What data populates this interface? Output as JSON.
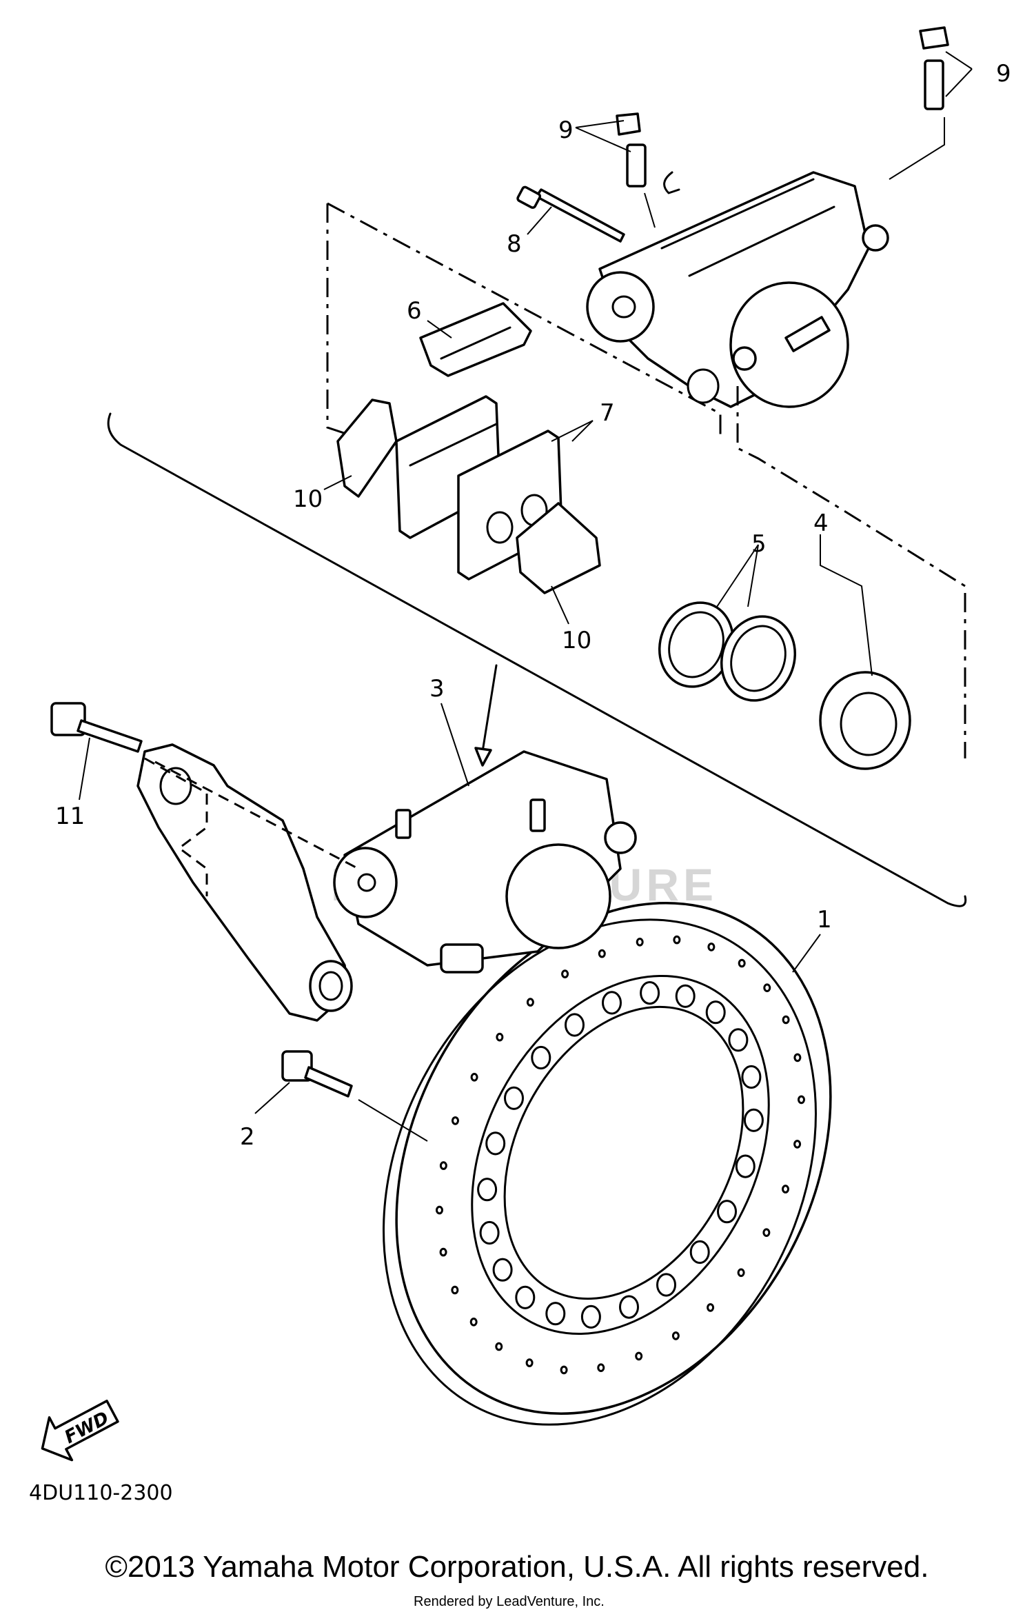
{
  "diagram": {
    "callouts": {
      "p1": "1",
      "p2": "2",
      "p3": "3",
      "p4": "4",
      "p5": "5",
      "p6": "6",
      "p7": "7",
      "p8": "8",
      "p9a": "9",
      "p9b": "9",
      "p10a": "10",
      "p10b": "10",
      "p11": "11"
    },
    "part_code": "4DU110-2300",
    "fwd_label": "FWD"
  },
  "footer": {
    "copyright": "©2013 Yamaha Motor Corporation, U.S.A. All rights reserved.",
    "rendered_by": "Rendered by LeadVenture, Inc."
  },
  "watermark": {
    "text": "LEADVENTURE"
  }
}
